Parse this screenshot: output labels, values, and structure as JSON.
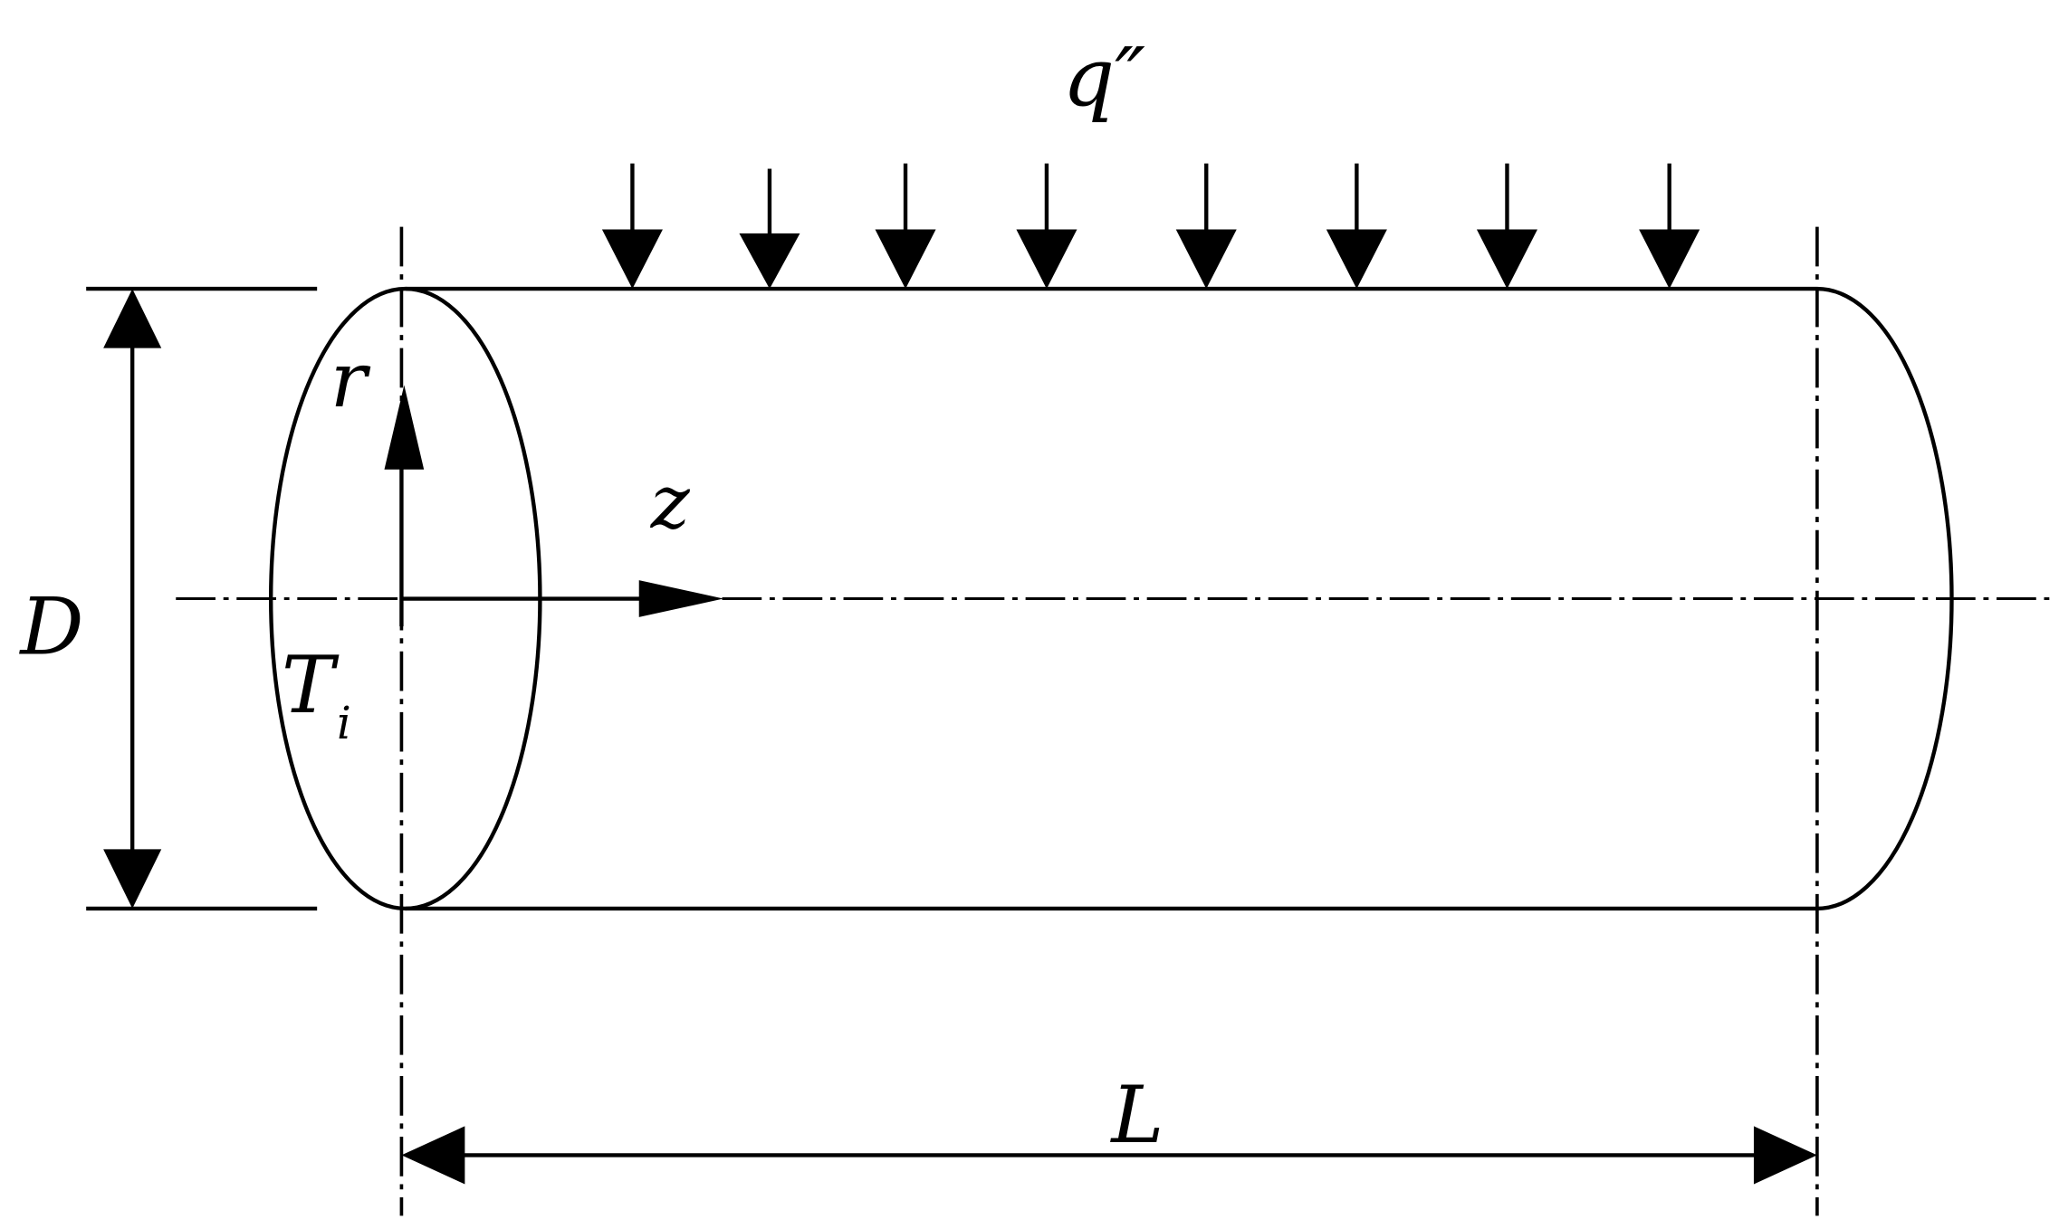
{
  "labels": {
    "heat_flux": "q″",
    "radial": "r",
    "axial": "z",
    "diameter": "D",
    "inlet_temp_main": "T",
    "inlet_temp_sub": "i",
    "length": "L"
  },
  "colors": {
    "stroke": "#000000",
    "background": "#ffffff"
  }
}
